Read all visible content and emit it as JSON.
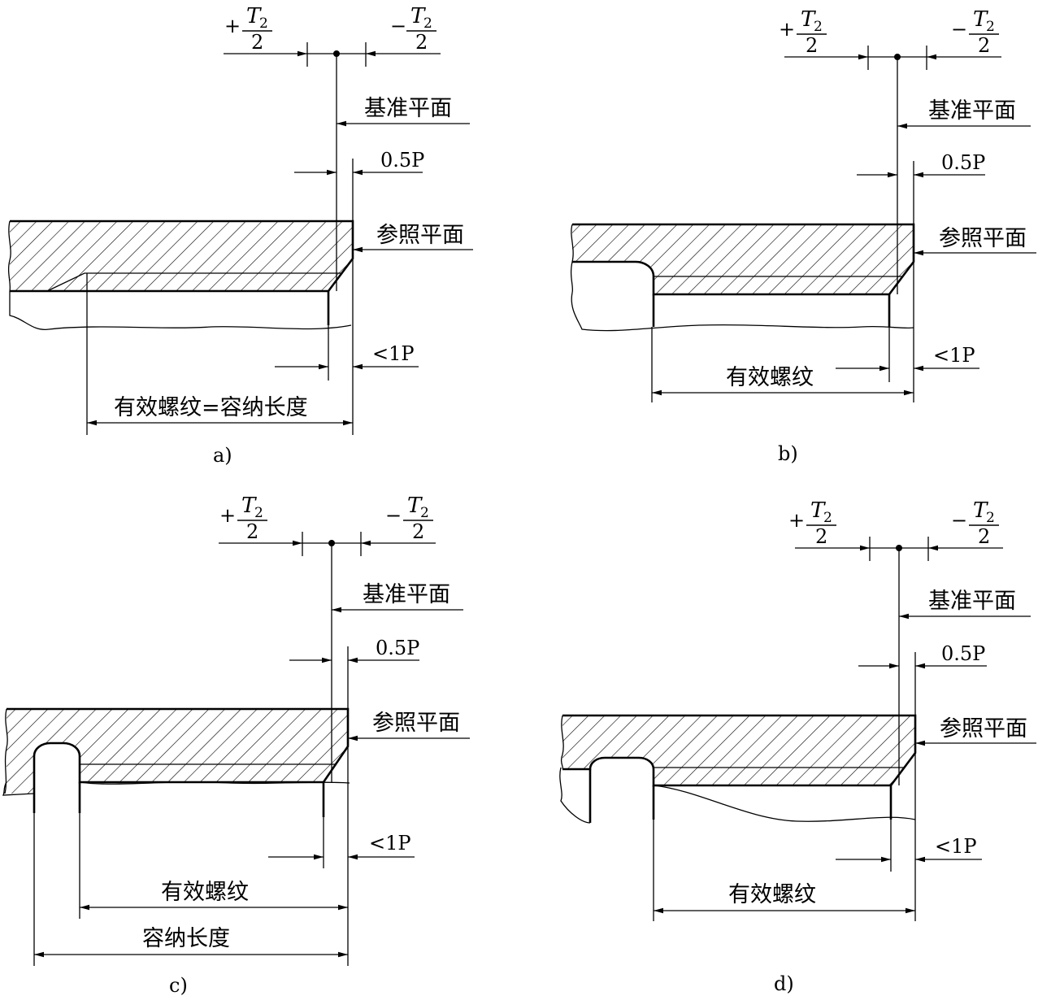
{
  "labels": {
    "datum_plane": "基准平面",
    "reference_plane": "参照平面",
    "half_pitch": "0.5P",
    "less_one_pitch": "<1P",
    "tol_plus_sign": "+",
    "tol_minus_sign": "−",
    "tol_symbol": "T",
    "tol_subscript": "2",
    "tol_denominator": "2",
    "effective_thread": "有效螺纹",
    "effective_eq_engagement": "有效螺纹=容纳长度",
    "engagement_length": "容纳长度"
  },
  "panels": [
    {
      "id": "a",
      "caption": "a)"
    },
    {
      "id": "b",
      "caption": "b)"
    },
    {
      "id": "c",
      "caption": "c)"
    },
    {
      "id": "d",
      "caption": "d)"
    }
  ]
}
